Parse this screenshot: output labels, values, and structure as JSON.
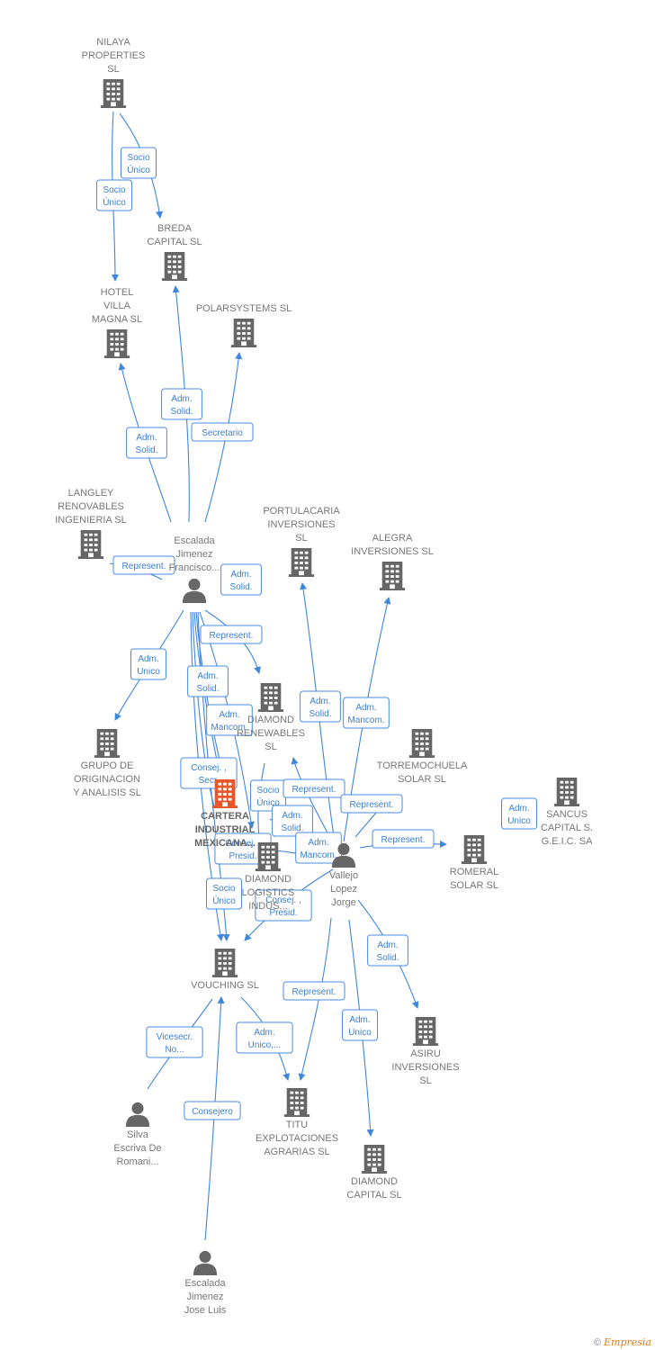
{
  "colors": {
    "edge": "#3f86dd",
    "label_box": "#4a8be0",
    "node": "#666666",
    "focus": "#e8572a"
  },
  "nodes": [
    {
      "id": "nilaya",
      "type": "company",
      "lines": [
        "NILAYA",
        "PROPERTIES",
        "SL"
      ]
    },
    {
      "id": "breda",
      "type": "company",
      "lines": [
        "BREDA",
        "CAPITAL  SL"
      ]
    },
    {
      "id": "hotel",
      "type": "company",
      "lines": [
        "HOTEL",
        "VILLA",
        "MAGNA SL"
      ]
    },
    {
      "id": "polar",
      "type": "company",
      "lines": [
        "POLARSYSTEMS SL"
      ]
    },
    {
      "id": "langley",
      "type": "company",
      "lines": [
        "LANGLEY",
        "RENOVABLES",
        "INGENIERIA SL"
      ]
    },
    {
      "id": "escf",
      "type": "person",
      "lines": [
        "Escalada",
        "Jimenez",
        "Francisco..."
      ]
    },
    {
      "id": "portu",
      "type": "company",
      "lines": [
        "PORTULACARIA",
        "INVERSIONES",
        "SL"
      ]
    },
    {
      "id": "alegra",
      "type": "company",
      "lines": [
        "ALEGRA",
        "INVERSIONES SL"
      ]
    },
    {
      "id": "grupo",
      "type": "company",
      "lines": [
        "GRUPO DE",
        "ORIGINACION",
        "Y ANALISIS SL"
      ]
    },
    {
      "id": "diamren",
      "type": "company",
      "lines": [
        "DIAMOND",
        "RENEWABLES",
        "SL"
      ]
    },
    {
      "id": "torre",
      "type": "company",
      "lines": [
        "TORREMOCHUELA",
        "SOLAR  SL"
      ]
    },
    {
      "id": "cartera",
      "type": "focus",
      "lines": [
        "CARTERA",
        "INDUSTRIAL",
        "MEXICANA..."
      ]
    },
    {
      "id": "diamind",
      "type": "company",
      "lines": [
        "DIAMOND",
        "LOGISTICS",
        "INDUS..."
      ]
    },
    {
      "id": "vallejo",
      "type": "person",
      "lines": [
        "Vallejo",
        "Lopez",
        "Jorge"
      ]
    },
    {
      "id": "sancus",
      "type": "company",
      "lines": [
        "SANCUS",
        "CAPITAL S.",
        "G.E.I.C. SA"
      ]
    },
    {
      "id": "romeral",
      "type": "company",
      "lines": [
        "ROMERAL",
        "SOLAR  SL"
      ]
    },
    {
      "id": "vouching",
      "type": "company",
      "lines": [
        "VOUCHING  SL"
      ]
    },
    {
      "id": "asiru",
      "type": "company",
      "lines": [
        "ASIRU",
        "INVERSIONES",
        "SL"
      ]
    },
    {
      "id": "silva",
      "type": "person",
      "lines": [
        "Silva",
        "Escriva De",
        "Romani..."
      ]
    },
    {
      "id": "titu",
      "type": "company",
      "lines": [
        "TITU",
        "EXPLOTACIONES",
        "AGRARIAS SL"
      ]
    },
    {
      "id": "diamcap",
      "type": "company",
      "lines": [
        "DIAMOND",
        "CAPITAL  SL"
      ]
    },
    {
      "id": "escj",
      "type": "person",
      "lines": [
        "Escalada",
        "Jimenez",
        "Jose Luis"
      ]
    }
  ],
  "edges": [
    {
      "id": "e1",
      "lines": [
        "Socio",
        "Único"
      ]
    },
    {
      "id": "e2",
      "lines": [
        "Socio",
        "Único"
      ]
    },
    {
      "id": "e3",
      "lines": [
        "Adm.",
        "Solid."
      ]
    },
    {
      "id": "e4",
      "lines": [
        "Adm.",
        "Solid."
      ]
    },
    {
      "id": "e5",
      "lines": [
        "Secretario"
      ]
    },
    {
      "id": "e6",
      "lines": [
        "Represent."
      ]
    },
    {
      "id": "e7",
      "lines": [
        "Adm.",
        "Solid."
      ]
    },
    {
      "id": "e8",
      "lines": [
        "Adm.",
        "Unico"
      ]
    },
    {
      "id": "e9",
      "lines": [
        "Represent."
      ]
    },
    {
      "id": "e10",
      "lines": [
        "Adm.",
        "Solid."
      ]
    },
    {
      "id": "e11",
      "lines": [
        "Adm.",
        "Mancom."
      ]
    },
    {
      "id": "e12",
      "lines": [
        "Consej. ,",
        "Secr."
      ]
    },
    {
      "id": "e13",
      "lines": [
        "Adm.",
        "Solid."
      ]
    },
    {
      "id": "e14",
      "lines": [
        "Adm.",
        "Mancom."
      ]
    },
    {
      "id": "e15",
      "lines": [
        "Socio",
        "Único"
      ]
    },
    {
      "id": "e16",
      "lines": [
        "Represent."
      ]
    },
    {
      "id": "e17",
      "lines": [
        "Represent."
      ]
    },
    {
      "id": "e18",
      "lines": [
        "Adm.",
        "Solid."
      ]
    },
    {
      "id": "e19",
      "lines": [
        "Consej. ,",
        "Presid."
      ]
    },
    {
      "id": "e20",
      "lines": [
        "Adm.",
        "Mancom."
      ]
    },
    {
      "id": "e21",
      "lines": [
        "Represent."
      ]
    },
    {
      "id": "e22",
      "lines": [
        "Adm.",
        "Unico"
      ]
    },
    {
      "id": "e23",
      "lines": [
        "Socio",
        "Único"
      ]
    },
    {
      "id": "e24",
      "lines": [
        "Consej. ,",
        "Presid."
      ]
    },
    {
      "id": "e25",
      "lines": [
        "Adm.",
        "Solid."
      ]
    },
    {
      "id": "e26",
      "lines": [
        "Represent."
      ]
    },
    {
      "id": "e27",
      "lines": [
        "Vicesecr.",
        "No..."
      ]
    },
    {
      "id": "e28",
      "lines": [
        "Adm.",
        "Unico,..."
      ]
    },
    {
      "id": "e29",
      "lines": [
        "Adm.",
        "Unico"
      ]
    },
    {
      "id": "e30",
      "lines": [
        "Consejero"
      ]
    }
  ],
  "footer": {
    "copyright": "©",
    "brand": "Empresia"
  }
}
